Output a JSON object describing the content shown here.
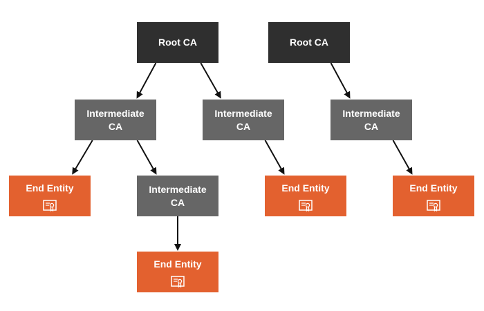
{
  "nodes": {
    "root_1": {
      "label": "Root CA"
    },
    "root_2": {
      "label": "Root CA"
    },
    "intermediate_1": {
      "label": "Intermediate\nCA"
    },
    "intermediate_2": {
      "label": "Intermediate\nCA"
    },
    "intermediate_3": {
      "label": "Intermediate\nCA"
    },
    "intermediate_4": {
      "label": "Intermediate\nCA"
    },
    "end_1": {
      "label": "End Entity",
      "icon": "certificate-icon"
    },
    "end_2": {
      "label": "End Entity",
      "icon": "certificate-icon"
    },
    "end_3": {
      "label": "End Entity",
      "icon": "certificate-icon"
    },
    "end_4": {
      "label": "End Entity",
      "icon": "certificate-icon"
    }
  },
  "edges": [
    {
      "from": "root_1",
      "to": "intermediate_1"
    },
    {
      "from": "root_1",
      "to": "intermediate_2"
    },
    {
      "from": "root_2",
      "to": "intermediate_3"
    },
    {
      "from": "intermediate_1",
      "to": "end_1"
    },
    {
      "from": "intermediate_1",
      "to": "intermediate_4"
    },
    {
      "from": "intermediate_2",
      "to": "end_2"
    },
    {
      "from": "intermediate_3",
      "to": "end_3"
    },
    {
      "from": "intermediate_4",
      "to": "end_4"
    }
  ],
  "colors": {
    "root": "#2f2f2f",
    "intermediate": "#666666",
    "end_entity": "#e3612f",
    "text": "#ffffff",
    "arrow": "#111111"
  }
}
